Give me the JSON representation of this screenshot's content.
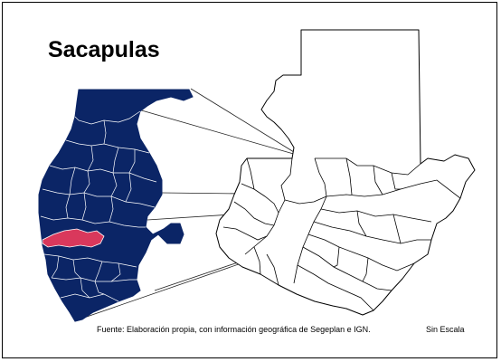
{
  "title": "Sacapulas",
  "source_note": "Fuente: Elaboración propia, con información geográfica de Segeplan e IGN.",
  "scale_note": "Sin Escala",
  "colors": {
    "department_fill": "#0b2566",
    "highlight_fill": "#d9385c",
    "outline": "#000000",
    "background": "#ffffff"
  }
}
